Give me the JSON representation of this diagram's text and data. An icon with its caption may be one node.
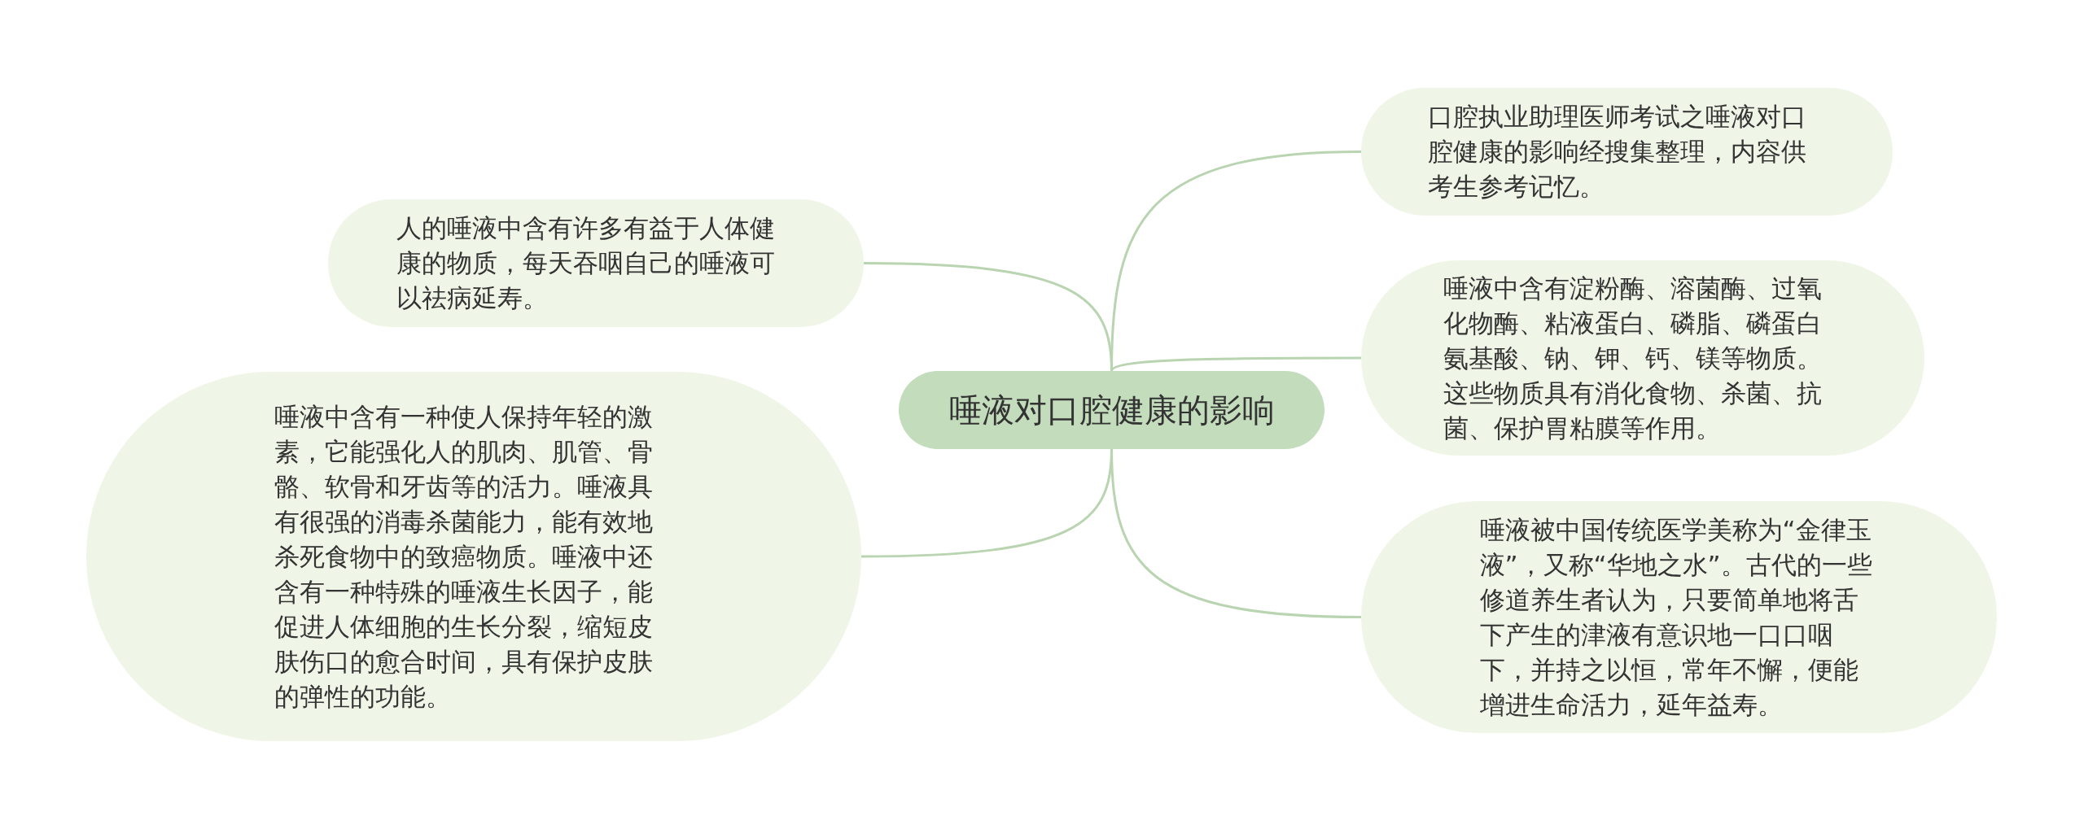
{
  "diagram": {
    "nodes": [
      {
        "text": [
          "唾液对口腔健康的影响"
        ]
      },
      {
        "text": [
          "人的唾液中含有许多有益于人体健康的物质，每天吞咽自己的唾液可以祛病延寿。"
        ]
      },
      {
        "text": [
          "唾液中含有一种使人保持年轻的激素，它能强化人的肌肉、肌管、骨骼、软骨和牙齿等的活力。唾液具有很强的消毒杀菌能力，能有效地杀死食物中的致癌物质。唾液中还含有一种特殊的唾液生长因子，能促进人体细胞的生长分裂，缩短皮肤伤口的愈合时间，具有保护皮肤的弹性的功能。"
        ]
      },
      {
        "text": [
          "口腔执业助理医师考试之唾液对口腔健康的影响经搜集整理，内容供考生参考记忆。"
        ]
      },
      {
        "text": [
          "唾液中含有淀粉酶、溶菌酶、过氧化物酶、粘液蛋白、磷脂、磷蛋白氨基酸、钠、钾、钙、镁等物质。这些物质具有消化食物、杀菌、抗菌、保护胃粘膜等作用。"
        ]
      },
      {
        "text": [
          "唾液被中国传统医学美称为“金律玉液”，又称“华地之水”。古代的一些修道养生者认为，只要简单地将舌下产生的津液有意识地一口口咽下，并持之以恒，常年不懈，便能增进生命活力，延年益寿。"
        ]
      }
    ],
    "edges": [
      {
        "from": 0,
        "to": 1,
        "arrow": "none"
      },
      {
        "from": 0,
        "to": 2,
        "arrow": "none"
      },
      {
        "from": 0,
        "to": 3,
        "arrow": "none"
      },
      {
        "from": 0,
        "to": 4,
        "arrow": "none"
      },
      {
        "from": 0,
        "to": 5,
        "arrow": "none"
      }
    ]
  }
}
